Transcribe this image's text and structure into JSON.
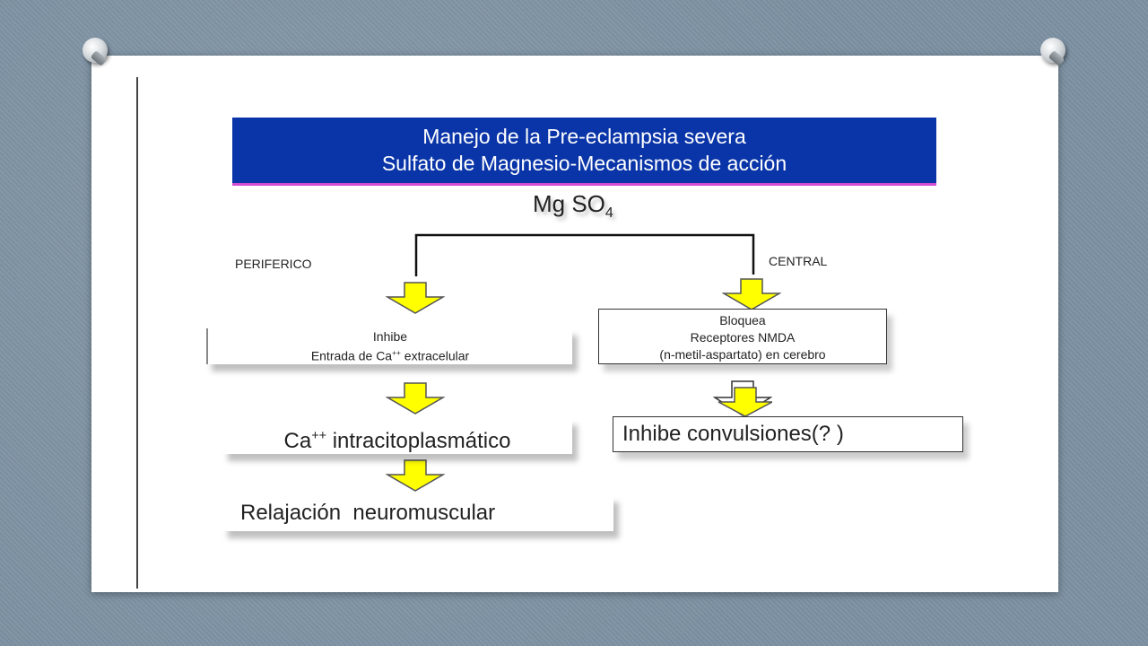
{
  "title": {
    "line1": "Manejo de la Pre-eclampsia severa",
    "line2": "Sulfato de Magnesio-Mecanismos de acción"
  },
  "root": {
    "main": "Mg SO",
    "subscript": "4"
  },
  "branches": {
    "left_label": "PERIFERICO",
    "right_label": "CENTRAL"
  },
  "left": {
    "box1_line1": "Inhibe",
    "box1_line2_pre": "Entrada de Ca",
    "box1_line2_sup": "++",
    "box1_line2_post": " extracelular",
    "box2_pre": "Ca",
    "box2_sup": "++",
    "box2_post": " intracitoplasmático",
    "box3": "Relajación  neuromuscular"
  },
  "right": {
    "box1_line1": "Bloquea",
    "box1_line2": "Receptores NMDA",
    "box1_line3": "(n-metil-aspartato) en cerebro",
    "box2": "Inhibe convulsiones(? )"
  },
  "colors": {
    "title_bg": "#0a35a8",
    "arrow_fill": "#ffff00",
    "arrow_stroke": "#555555"
  }
}
